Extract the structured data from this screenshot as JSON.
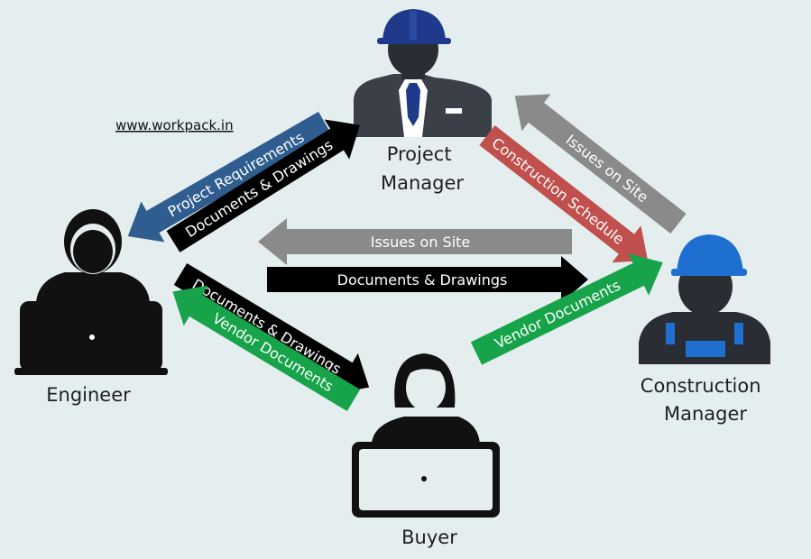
{
  "website": "www.workpack.in",
  "roles": {
    "project_manager": [
      "Project",
      "Manager"
    ],
    "engineer": [
      "Engineer"
    ],
    "buyer": [
      "Buyer"
    ],
    "construction_manager": [
      "Construction",
      "Manager"
    ]
  },
  "flows": {
    "project_requirements": "Project Requirements",
    "docs_eng_to_pm": "Documents & Drawings",
    "docs_eng_to_buyer": "Documents & Drawings",
    "vendor_docs_buyer_to_eng": "Vendor Documents",
    "issues_cm_to_eng": "Issues on Site",
    "docs_eng_to_cm": "Documents & Drawings",
    "issues_cm_to_pm": "Issues on Site",
    "construction_schedule": "Construction Schedule",
    "vendor_docs_buyer_to_cm": "Vendor Documents"
  },
  "colors": {
    "background": "#e5eeef",
    "person": "#111111",
    "pm_helmet": "#1f3a8a",
    "cm_helmet": "#1f6fd1",
    "blue_arrow": "#2f5d8f",
    "black_arrow": "#000000",
    "green_arrow": "#17a34a",
    "grey_arrow": "#8a8a8a",
    "red_arrow": "#c0504d"
  }
}
